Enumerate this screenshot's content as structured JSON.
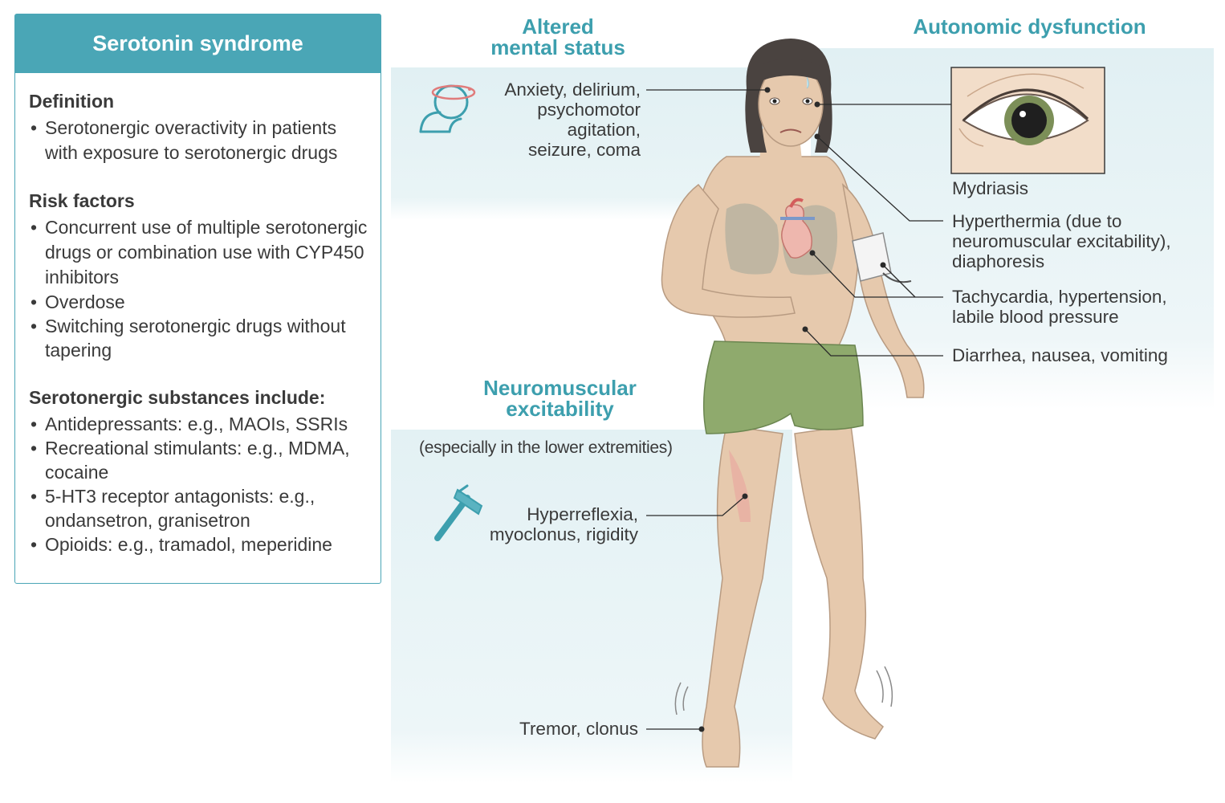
{
  "panel": {
    "title": "Serotonin syndrome",
    "definition": {
      "heading": "Definition",
      "items": [
        "Serotonergic overactivity in patients with exposure to serotonergic drugs"
      ]
    },
    "risk_factors": {
      "heading": "Risk factors",
      "items": [
        "Concurrent use of multiple serotonergic drugs or combination use with CYP450 inhibitors",
        "Overdose",
        "Switching serotonergic drugs without tapering"
      ]
    },
    "substances": {
      "heading": "Serotonergic substances include:",
      "items": [
        "Antidepressants: e.g., MAOIs, SSRIs",
        "Recreational stimulants: e.g., MDMA, cocaine",
        "5-HT3 receptor antagonists: e.g., ondansetron, granisetron",
        "Opioids: e.g., tramadol, meperidine"
      ]
    }
  },
  "categories": {
    "mental": {
      "line1": "Altered",
      "line2": "mental status"
    },
    "autonomic": "Autonomic dysfunction",
    "neuromuscular": {
      "line1": "Neuromuscular",
      "line2": "excitability",
      "note": "(especially in the lower extremities)"
    }
  },
  "labels": {
    "mental_symptoms": [
      "Anxiety, delirium,",
      "psychomotor",
      "agitation,",
      "seizure, coma"
    ],
    "mydriasis": "Mydriasis",
    "hyperthermia": [
      "Hyperthermia (due to",
      "neuromuscular excitability),",
      "diaphoresis"
    ],
    "tachycardia": [
      "Tachycardia, hypertension,",
      "labile blood pressure"
    ],
    "gi": "Diarrhea, nausea, vomiting",
    "hyperreflexia": [
      "Hyperreflexia,",
      "myoclonus, rigidity"
    ],
    "tremor": "Tremor, clonus"
  },
  "colors": {
    "accent": "#4aa6b6",
    "title_teal": "#3d9fae",
    "band": "#e3f1f4",
    "skin": "#e6c9ad",
    "shorts": "#8faa6d",
    "bra": "#b8b3a0",
    "hair": "#4a4340"
  },
  "icons": [
    "dizzy-head-icon",
    "reflex-hammer-icon",
    "eye-closeup-icon",
    "heart-icon",
    "blood-pressure-cuff-icon"
  ]
}
